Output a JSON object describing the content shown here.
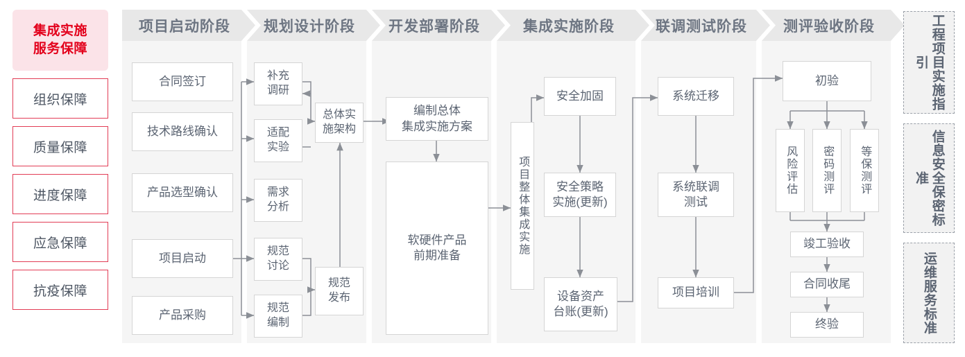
{
  "left_column": {
    "title": "集成实施\n服务保障",
    "title_lines": [
      "集成实施",
      "服务保障"
    ],
    "items": [
      {
        "label": "组织保障"
      },
      {
        "label": "质量保障"
      },
      {
        "label": "进度保障"
      },
      {
        "label": "应急保障"
      },
      {
        "label": "抗疫保障"
      }
    ]
  },
  "phases": [
    {
      "id": "p1",
      "title": "项目启动阶段"
    },
    {
      "id": "p2",
      "title": "规划设计阶段"
    },
    {
      "id": "p3",
      "title": "开发部署阶段"
    },
    {
      "id": "p4",
      "title": "集成实施阶段"
    },
    {
      "id": "p5",
      "title": "联调测试阶段"
    },
    {
      "id": "p6",
      "title": "测评验收阶段"
    }
  ],
  "nodes": {
    "n_contract": "合同签订",
    "n_tech_route": "技术路线确认",
    "n_product_sel": "产品选型确认",
    "n_kickoff": "项目启动",
    "n_procure": "产品采购",
    "n_supp_survey": "补充\n调研",
    "n_adapt_test": "适配\n实验",
    "n_req_analysis": "需求\n分析",
    "n_spec_discuss": "规范\n讨论",
    "n_spec_write": "规范\n编制",
    "n_arch": "总体实\n施架构",
    "n_spec_publish": "规范\n发布",
    "n_plan_doc": "编制总体\n集成实施方案",
    "n_hw_sw_prep": "软硬件产品\n前期准备",
    "n_overall_impl": "项目整体集成实施",
    "n_sec_harden": "安全加固",
    "n_sec_policy": "安全策略\n实施(更新)",
    "n_asset_ledger": "设备资产\n台账(更新)",
    "n_sys_migrate": "系统迁移",
    "n_joint_test": "系统联调\n测试",
    "n_training": "项目培训",
    "n_initial_accept": "初验",
    "n_risk_eval": "风险评估",
    "n_crypto_eval": "密码测评",
    "n_level_eval": "等保测评",
    "n_completion": "竣工验收",
    "n_contract_close": "合同收尾",
    "n_final_accept": "终验"
  },
  "sidebar": [
    {
      "id": "s1",
      "text": "工程项目实施指引"
    },
    {
      "id": "s2",
      "text": "信息安全保密标准"
    },
    {
      "id": "s3",
      "text": "运维服务标准"
    }
  ],
  "colors": {
    "brand_red": "#e3001b",
    "red_border": "#e23c55",
    "red_bg": "#fbe3e8",
    "panel_bg": "#f5f5f5",
    "header_bg": "#e8e8e8",
    "node_border": "#d5d5d5",
    "text": "#5b6472",
    "connector": "#8b8f96"
  }
}
